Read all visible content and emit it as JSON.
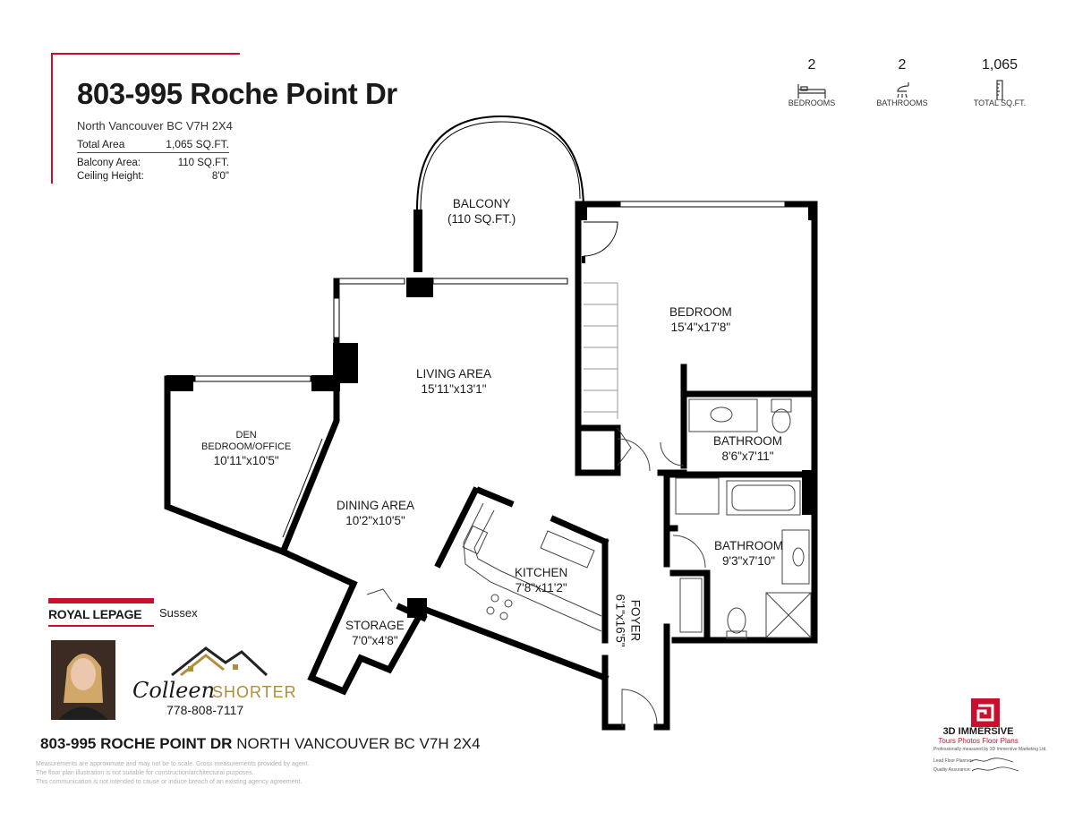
{
  "header": {
    "title": "803-995 Roche Point Dr",
    "subtitle": "North Vancouver BC V7H 2X4",
    "specs": [
      {
        "label": "Total Area",
        "value": "1,065 SQ.FT."
      },
      {
        "label": "Balcony Area:",
        "value": "110 SQ.FT."
      },
      {
        "label": "Ceiling Height:",
        "value": "8'0\""
      }
    ]
  },
  "stats": [
    {
      "value": "2",
      "label": "BEDROOMS",
      "icon": "bed-icon"
    },
    {
      "value": "2",
      "label": "BATHROOMS",
      "icon": "shower-icon"
    },
    {
      "value": "1,065",
      "label": "TOTAL SQ.FT.",
      "icon": "ruler-icon"
    }
  ],
  "rooms": {
    "balcony": {
      "name": "BALCONY",
      "dims": "(110 SQ.FT.)"
    },
    "bedroom": {
      "name": "BEDROOM",
      "dims": "15'4\"x17'8\""
    },
    "living": {
      "name": "LIVING AREA",
      "dims": "15'11\"x13'1\""
    },
    "den": {
      "name": "DEN",
      "name2": "BEDROOM/OFFICE",
      "dims": "10'11\"x10'5\""
    },
    "bath1": {
      "name": "BATHROOM",
      "dims": "8'6\"x7'11\""
    },
    "dining": {
      "name": "DINING AREA",
      "dims": "10'2\"x10'5\""
    },
    "bath2": {
      "name": "BATHROOM",
      "dims": "9'3\"x7'10\""
    },
    "kitchen": {
      "name": "KITCHEN",
      "dims": "7'8\"x11'2\""
    },
    "foyer": {
      "name": "FOYER",
      "dims": "6'1\"x16'5\""
    },
    "storage": {
      "name": "STORAGE",
      "dims": "7'0\"x4'8\""
    }
  },
  "brokerage": {
    "name": "ROYAL LEPAGE",
    "office": "Sussex"
  },
  "agent": {
    "first": "Colleen",
    "last": "SHORTER",
    "phone": "778-808-7117"
  },
  "footer": {
    "address_bold": "803-995 ROCHE POINT DR",
    "address_rest": "NORTH VANCOUVER BC V7H 2X4",
    "disclaimers": [
      "Measurements are approximate and may not be to scale. Gross measurements provided by agent.",
      "The floor plan illustration is not suitable for construction/architectural purposes.",
      "This communication is not intended to cause or induce breach of an existing agency agreement."
    ]
  },
  "vendor": {
    "name": "3D IMMERSIVE",
    "tagline": "Tours  Photos  Floor Plans",
    "credit": "Professionally measured by 3D Immersive Marketing Ltd.",
    "planner_label": "Lead Floor Planner:",
    "qa_label": "Quality Assurance:"
  },
  "colors": {
    "accent": "#c8102e",
    "wall": "#000000",
    "gold": "#b08d3a"
  }
}
